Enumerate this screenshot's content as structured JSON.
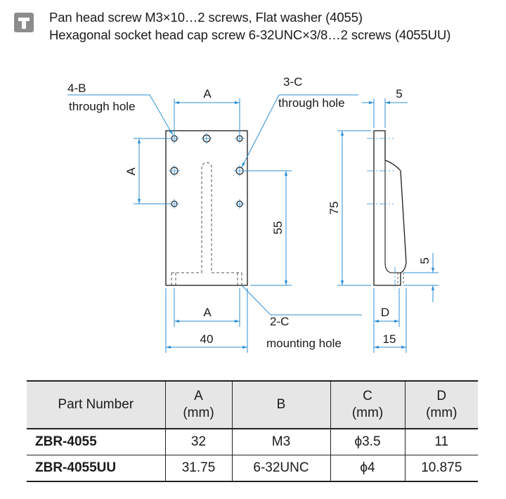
{
  "header": {
    "icon": "tool-icon",
    "line1": "Pan head screw M3×10…2 screws, Flat washer (4055)",
    "line2": "Hexagonal socket head cap screw 6-32UNC×3/8…2 screws (4055UU)"
  },
  "drawing": {
    "label_4b": "4-B",
    "label_4b_sub": "through hole",
    "label_3c": "3-C",
    "label_3c_sub": "through hole",
    "label_2c": "2-C",
    "label_2c_sub": "mounting hole",
    "dim_a_top": "A",
    "dim_a_left": "A",
    "dim_a_bottom": "A",
    "dim_40": "40",
    "dim_55": "55",
    "dim_75": "75",
    "dim_5_top": "5",
    "dim_5_right": "5",
    "dim_d": "D",
    "dim_15": "15"
  },
  "table": {
    "headers": [
      {
        "l1": "Part Number",
        "l2": ""
      },
      {
        "l1": "A",
        "l2": "(mm)"
      },
      {
        "l1": "B",
        "l2": ""
      },
      {
        "l1": "C",
        "l2": "(mm)"
      },
      {
        "l1": "D",
        "l2": "(mm)"
      }
    ],
    "rows": [
      {
        "part": "ZBR-4055",
        "a": "32",
        "b": "M3",
        "c": "ϕ3.5",
        "d": "11"
      },
      {
        "part": "ZBR-4055UU",
        "a": "31.75",
        "b": "6-32UNC",
        "c": "ϕ4",
        "d": "10.875"
      }
    ]
  }
}
